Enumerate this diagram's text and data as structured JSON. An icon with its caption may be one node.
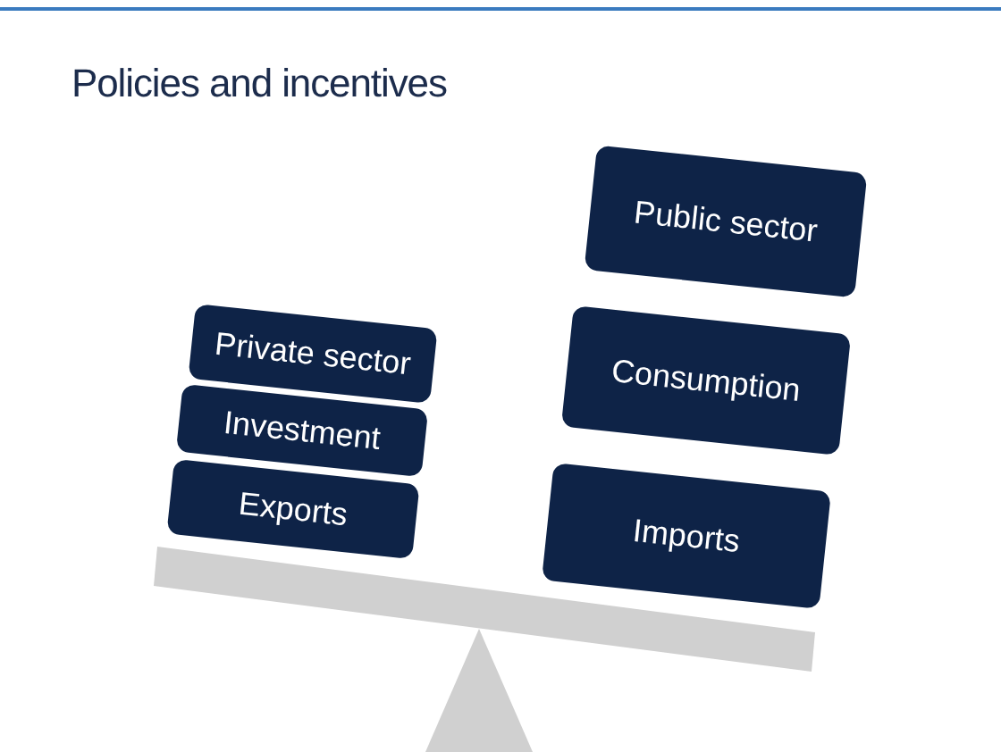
{
  "diagram": {
    "title": "Policies and incentives",
    "nodes": [
      {
        "text": [
          "Private sector"
        ]
      },
      {
        "text": [
          "Investment"
        ]
      },
      {
        "text": [
          "Exports"
        ]
      },
      {
        "text": [
          "Public sector"
        ]
      },
      {
        "text": [
          "Consumption"
        ]
      },
      {
        "text": [
          "Imports"
        ]
      }
    ]
  }
}
